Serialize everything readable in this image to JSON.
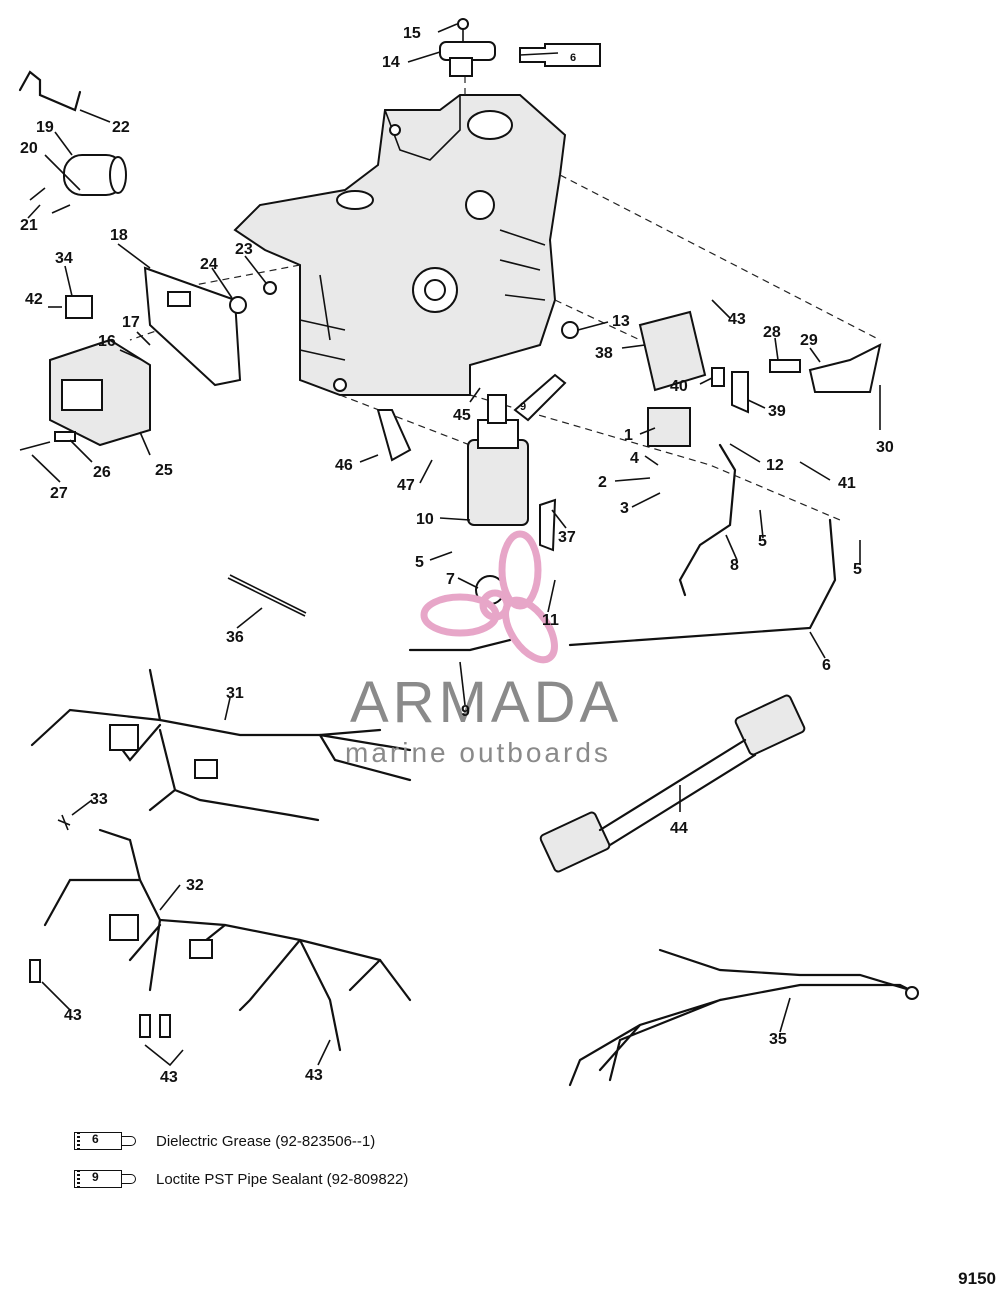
{
  "callouts": [
    "15",
    "14",
    "6",
    "22",
    "19",
    "20",
    "21",
    "18",
    "34",
    "42",
    "24",
    "23",
    "17",
    "16",
    "25",
    "26",
    "27",
    "13",
    "43",
    "38",
    "28",
    "29",
    "40",
    "39",
    "30",
    "1",
    "12",
    "41",
    "4",
    "2",
    "3",
    "45",
    "9",
    "46",
    "47",
    "10",
    "37",
    "5",
    "7",
    "11",
    "8",
    "36",
    "31",
    "33",
    "32",
    "43",
    "43",
    "43",
    "44",
    "35"
  ],
  "legend": [
    {
      "num": "6",
      "text": "Dielectric Grease (92-823506--1)"
    },
    {
      "num": "9",
      "text": "Loctite PST Pipe Sealant (92-809822)"
    }
  ],
  "tube_labels": {
    "a": "6",
    "b": "9"
  },
  "watermark": {
    "brand": "ARMADA",
    "tagline": "marine outboards"
  },
  "figure_number": "9150",
  "extra_callouts": {
    "c5b": "5",
    "c5c": "5",
    "c6b": "6",
    "c9b": "9"
  },
  "colors": {
    "ink": "#111111",
    "watermark_pink": "#e7a6c8",
    "watermark_gray": "#8a8a8a"
  }
}
